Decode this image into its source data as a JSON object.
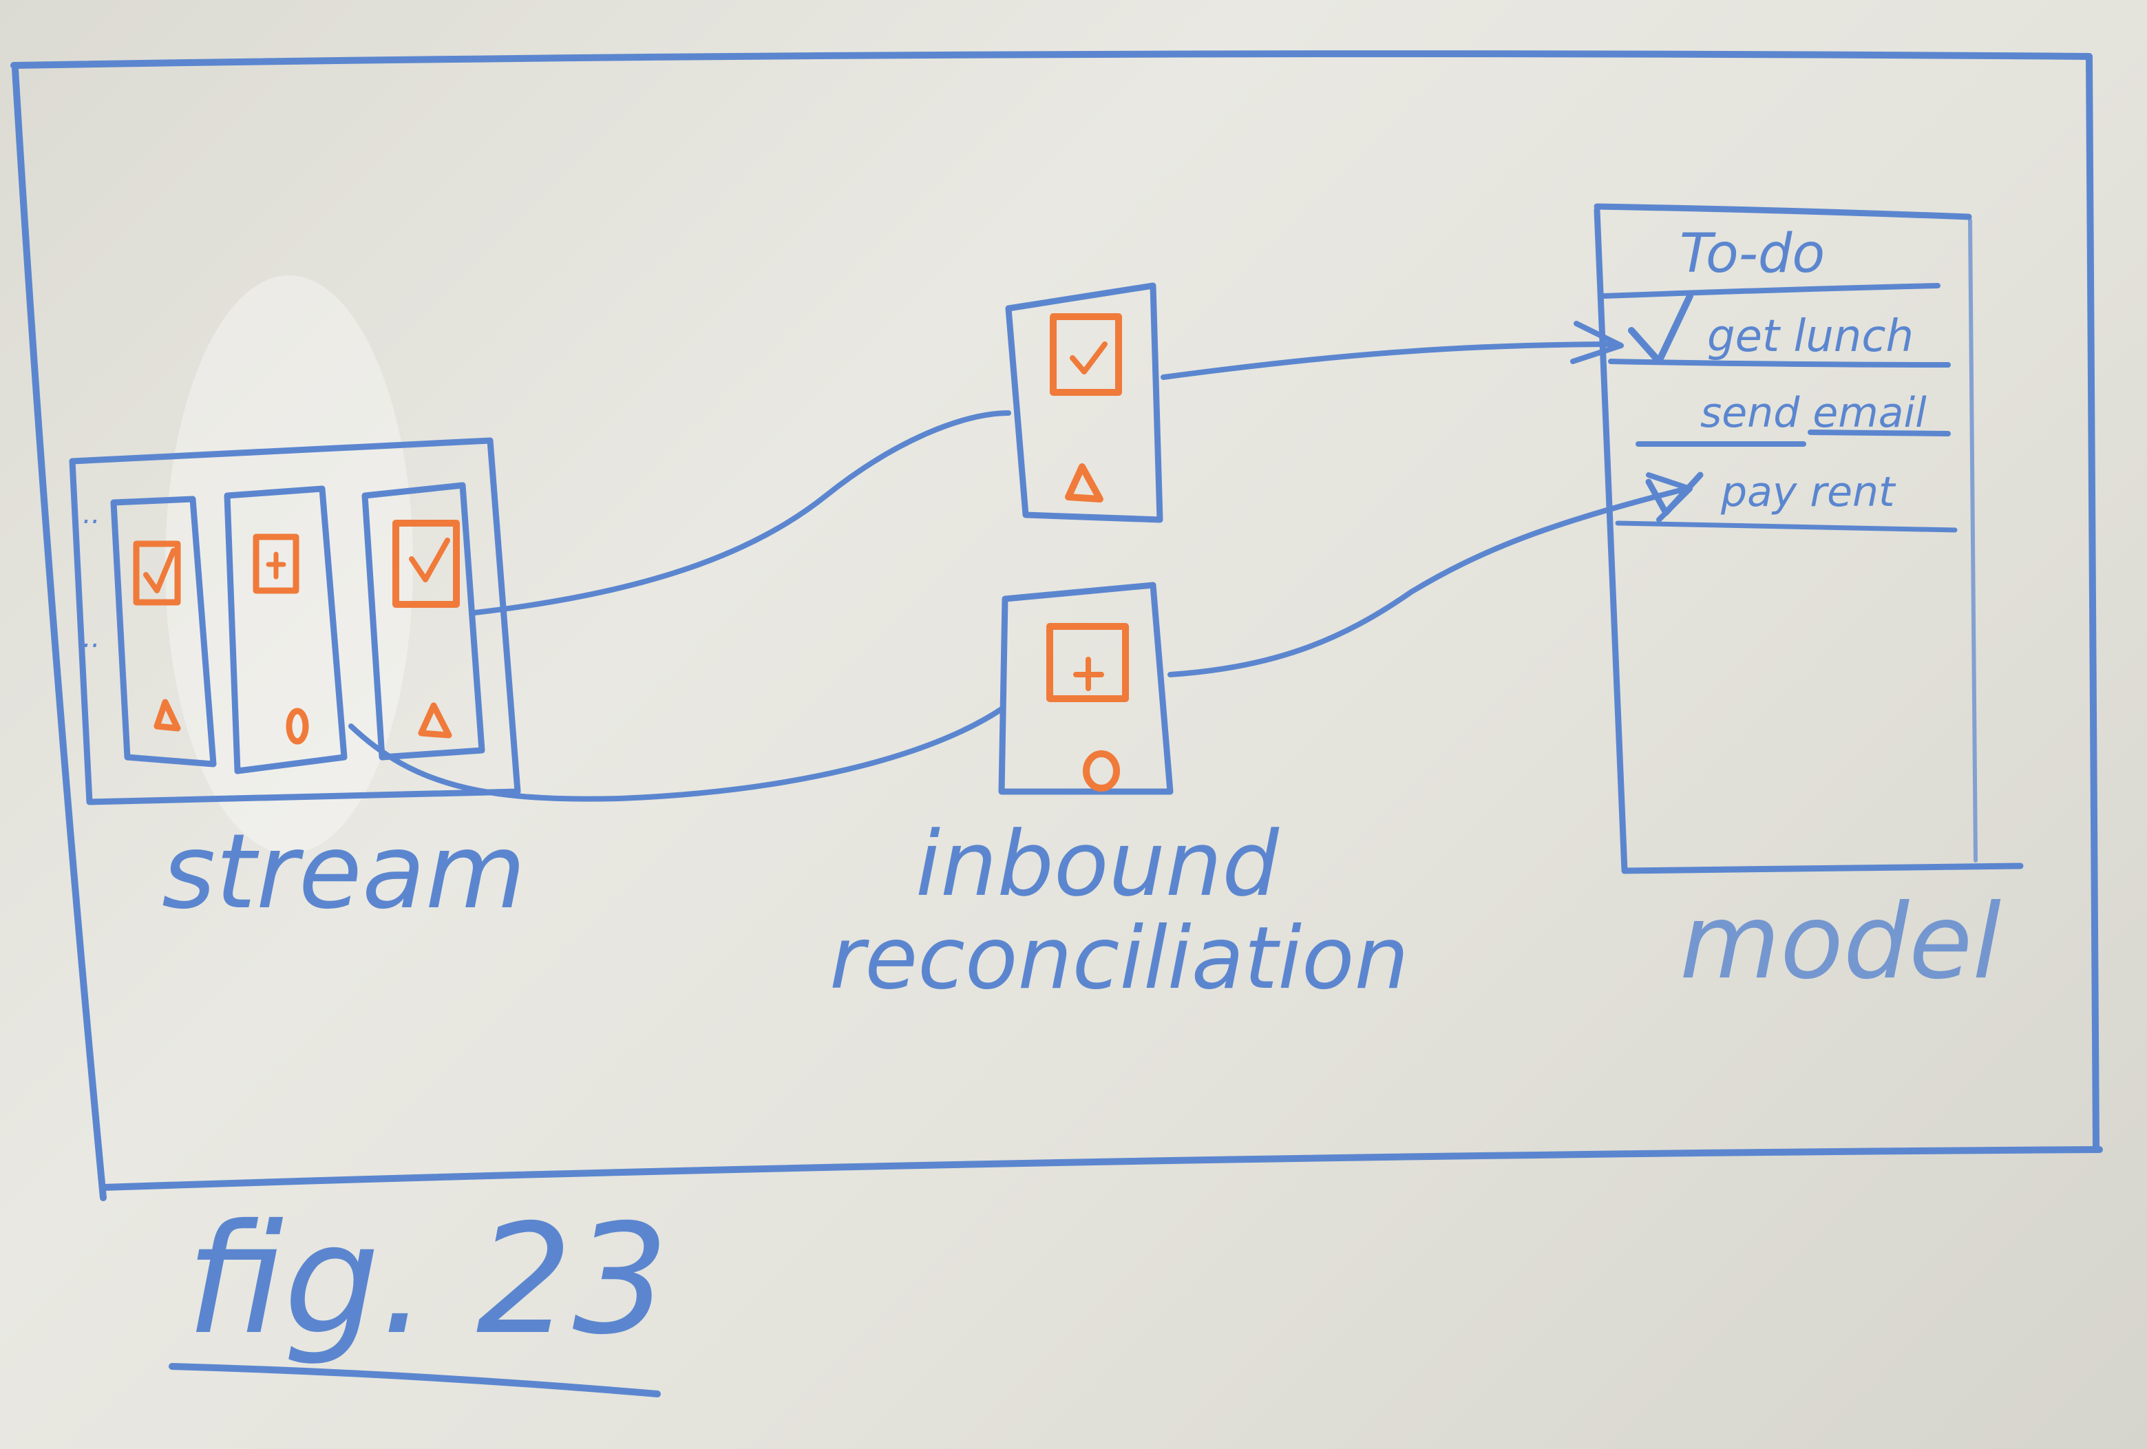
{
  "labels": {
    "stream": "stream",
    "inbound_line1": "inbound",
    "inbound_line2": "reconciliation",
    "model": "model",
    "figure": "fig. 23"
  },
  "todo": {
    "title": "To-do",
    "items": [
      "get lunch",
      "send email",
      "pay rent"
    ]
  },
  "colors": {
    "marker_blue": "#5b86cf",
    "marker_orange": "#f07a3a",
    "board": "#e4e3dc"
  },
  "icons": [
    "checkbox-checked-icon",
    "checkbox-plus-icon",
    "triangle-icon",
    "circle-icon"
  ]
}
